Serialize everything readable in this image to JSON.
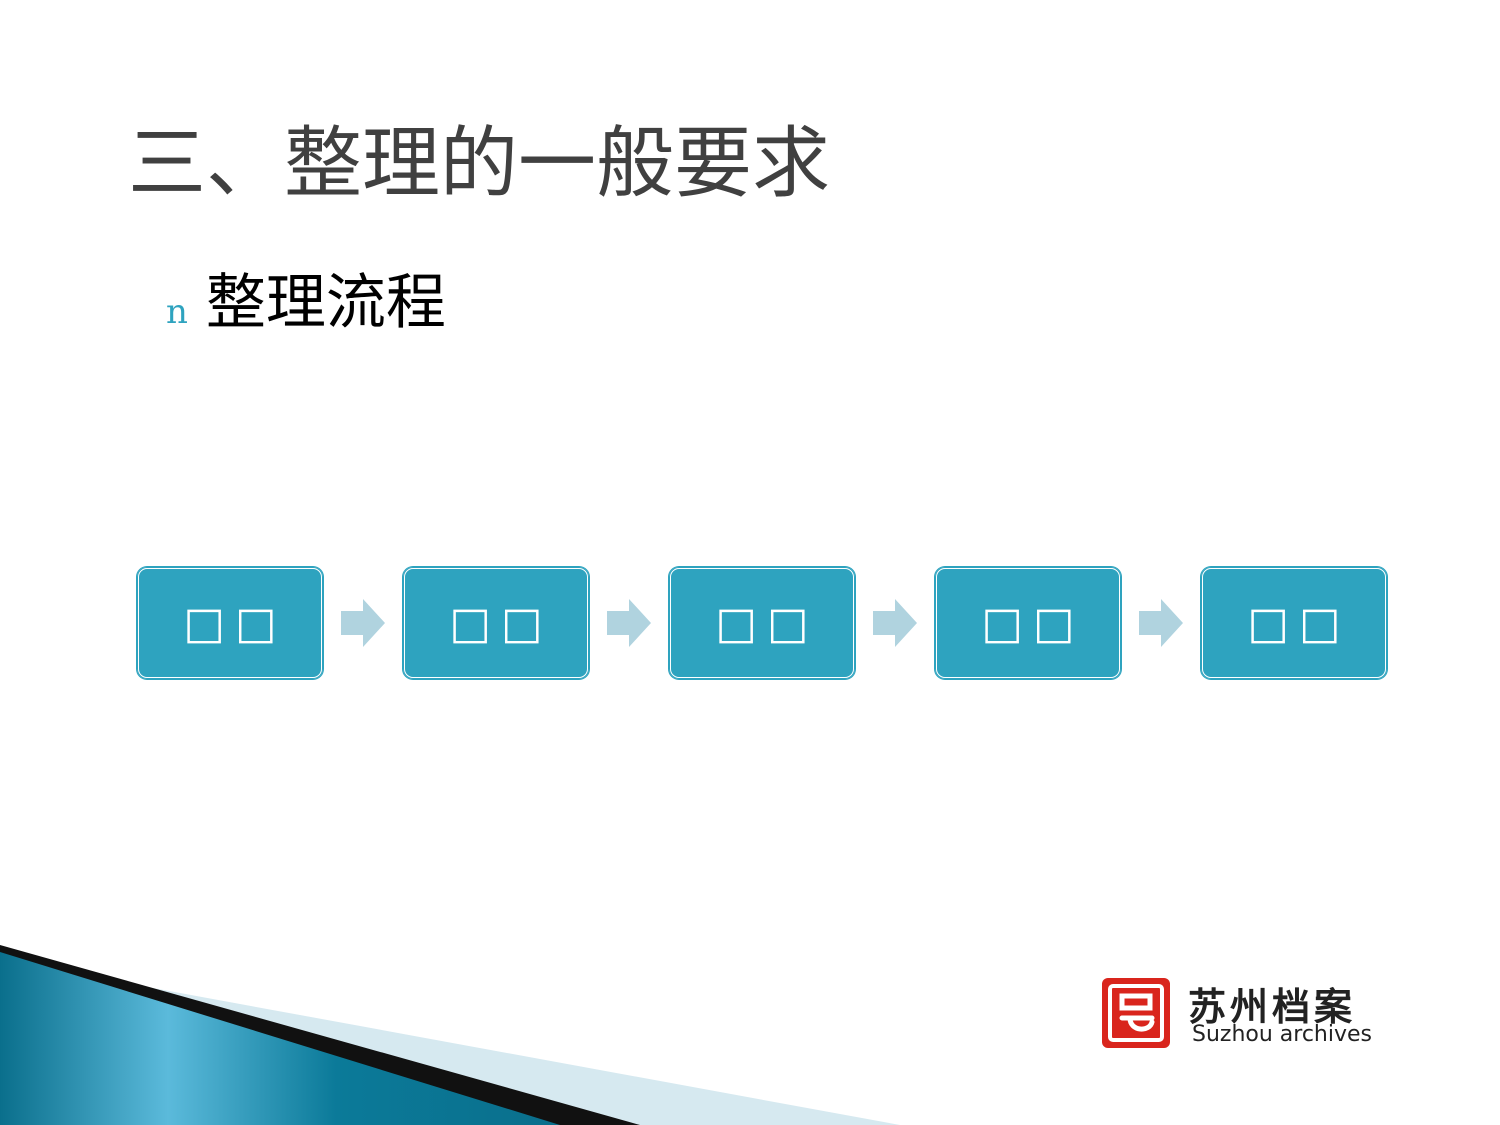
{
  "slide": {
    "title": "三、整理的一般要求",
    "bullet_marker": "n",
    "bullet_text": "整理流程"
  },
  "flow": {
    "steps": [
      {
        "label": "□□"
      },
      {
        "label": "□□"
      },
      {
        "label": "□□"
      },
      {
        "label": "□□"
      },
      {
        "label": "□□"
      }
    ],
    "box_color": "#2ea3bf",
    "arrow_color": "#b0d3df"
  },
  "logo": {
    "name_cn": "苏州档案",
    "name_en": "Suzhou archives",
    "seal_color": "#d9251d"
  },
  "theme": {
    "accent": "#2ea3bf",
    "band_dark": "#0a6f8c",
    "band_light": "#cfe6ee"
  }
}
